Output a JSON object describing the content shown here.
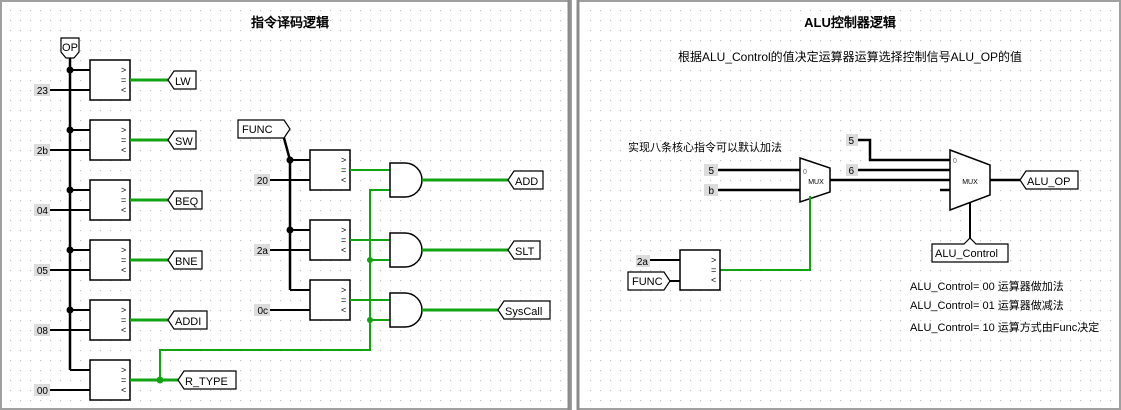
{
  "panels": {
    "left": {
      "title": "指令译码逻辑"
    },
    "right": {
      "title": "ALU控制器逻辑",
      "subtitle": "根据ALU_Control的值决定运算器运算选择控制信号ALU_OP的值",
      "note": "实现八条核心指令可以默认加法",
      "legend": [
        "ALU_Control= 00 运算器做加法",
        "ALU_Control= 01 运算器做减法",
        "ALU_Control= 10 运算方式由Func决定"
      ]
    }
  },
  "left_circuit": {
    "op_pin": "OP",
    "rows": [
      {
        "const": "23",
        "output": "LW"
      },
      {
        "const": "2b",
        "output": "SW"
      },
      {
        "const": "04",
        "output": "BEQ"
      },
      {
        "const": "05",
        "output": "BNE"
      },
      {
        "const": "08",
        "output": "ADDI"
      },
      {
        "const": "00",
        "output": "R_TYPE"
      }
    ],
    "func_pin": "FUNC",
    "func_rows": [
      {
        "const": "20",
        "output": "ADD"
      },
      {
        "const": "2a",
        "output": "SLT"
      },
      {
        "const": "0c",
        "output": "SysCall"
      }
    ]
  },
  "right_circuit": {
    "mux1_label": "MUX",
    "mux1_inputs": [
      "5",
      "b"
    ],
    "mux2_label": "MUX",
    "mux2_inputs": [
      "5",
      "6"
    ],
    "output": "ALU_OP",
    "select": "ALU_Control",
    "cmp_const": "2a",
    "cmp_pin": "FUNC"
  },
  "colors": {
    "wire": "#000000",
    "active_wire": "#11a311",
    "panel_border": "#a3a3a3",
    "dot_grid": "#c8c8c8"
  }
}
